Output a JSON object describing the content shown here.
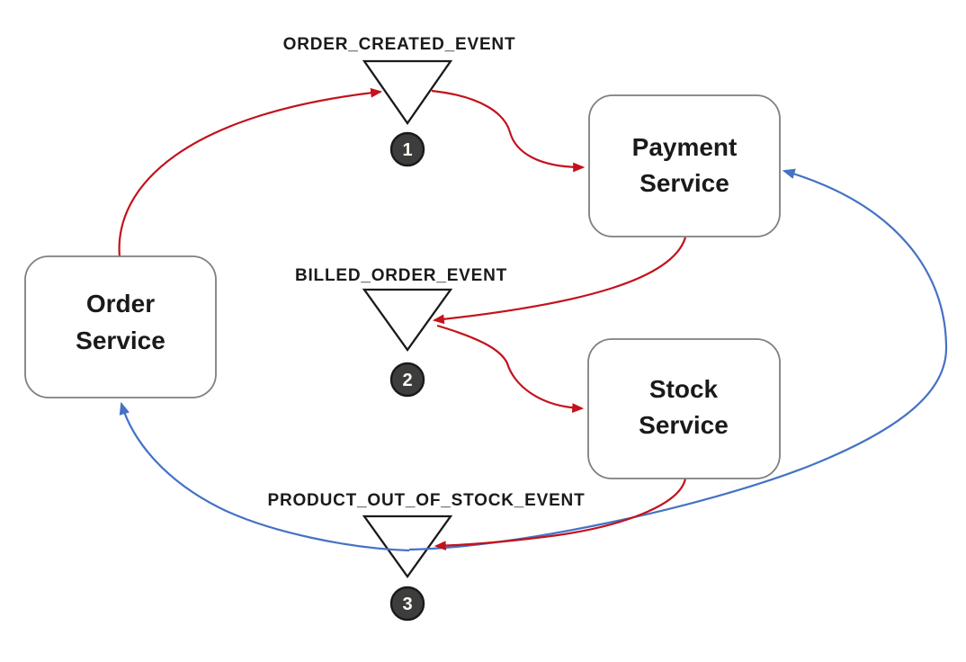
{
  "diagram": {
    "services": [
      {
        "id": "order-service",
        "line1": "Order",
        "line2": "Service"
      },
      {
        "id": "payment-service",
        "line1": "Payment",
        "line2": "Service"
      },
      {
        "id": "stock-service",
        "line1": "Stock",
        "line2": "Service"
      }
    ],
    "events": [
      {
        "number": "1",
        "label": "ORDER_CREATED_EVENT"
      },
      {
        "number": "2",
        "label": "BILLED_ORDER_EVENT"
      },
      {
        "number": "3",
        "label": "PRODUCT_OUT_OF_STOCK_EVENT"
      }
    ],
    "edges": [
      {
        "from": "Order Service",
        "to": "ORDER_CREATED_EVENT",
        "color": "red"
      },
      {
        "from": "ORDER_CREATED_EVENT",
        "to": "Payment Service",
        "color": "red"
      },
      {
        "from": "Payment Service",
        "to": "BILLED_ORDER_EVENT",
        "color": "red"
      },
      {
        "from": "BILLED_ORDER_EVENT",
        "to": "Stock Service",
        "color": "red"
      },
      {
        "from": "Stock Service",
        "to": "PRODUCT_OUT_OF_STOCK_EVENT",
        "color": "red"
      },
      {
        "from": "PRODUCT_OUT_OF_STOCK_EVENT",
        "to": "Order Service",
        "color": "blue"
      },
      {
        "from": "PRODUCT_OUT_OF_STOCK_EVENT",
        "to": "Payment Service",
        "color": "blue"
      }
    ]
  },
  "colors": {
    "red": "#c3121c",
    "blue": "#4472c4",
    "border": "#7f7f7f",
    "eventFill": "#3d3d3d",
    "ink": "#1a1a1a"
  }
}
